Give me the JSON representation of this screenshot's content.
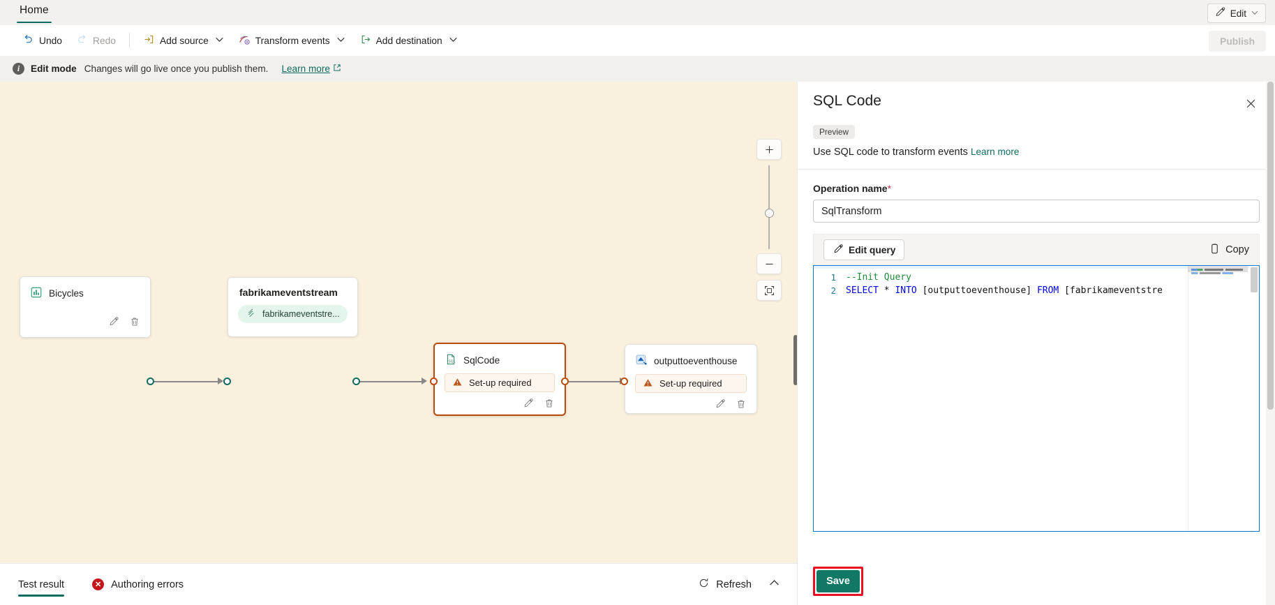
{
  "tabstrip": {
    "home_tab": "Home",
    "edit_button": {
      "label": "Edit",
      "icon": "pencil-icon",
      "chevron": "chevron-down-icon"
    }
  },
  "commandbar": {
    "items": [
      {
        "label": "Undo",
        "icon": "undo-icon",
        "disabled": false,
        "has_chevron": false
      },
      {
        "label": "Redo",
        "icon": "redo-icon",
        "disabled": true,
        "has_chevron": false
      },
      {
        "label": "Add source",
        "icon": "add-source-icon",
        "disabled": false,
        "has_chevron": true
      },
      {
        "label": "Transform events",
        "icon": "transform-events-icon",
        "disabled": false,
        "has_chevron": true
      },
      {
        "label": "Add destination",
        "icon": "add-destination-icon",
        "disabled": false,
        "has_chevron": true
      }
    ],
    "publish_label": "Publish"
  },
  "banner": {
    "icon": "info-icon",
    "title": "Edit mode",
    "message": "Changes will go live once you publish them.",
    "link": "Learn more",
    "link_icon": "external-link-icon"
  },
  "canvas": {
    "background_color": "#faf0de",
    "nodes": [
      {
        "id": "bicycles",
        "title": "Bicycles",
        "icon": "sample-data-chart-icon",
        "status": null,
        "selected": false,
        "actions": [
          "pencil-icon",
          "trash-icon"
        ]
      },
      {
        "id": "fabrikameventstream",
        "title": "fabrikameventstream",
        "icon": null,
        "chip": {
          "icon": "eventstream-icon",
          "label": "fabrikameventstre..."
        },
        "selected": false,
        "actions": []
      },
      {
        "id": "sqlcode",
        "title": "SqlCode",
        "icon": "sql-file-icon",
        "status": {
          "icon": "warning-icon",
          "label": "Set-up required"
        },
        "selected": true,
        "actions": [
          "pencil-icon",
          "trash-icon"
        ]
      },
      {
        "id": "outputtoeventhouse",
        "title": "outputtoeventhouse",
        "icon": "eventhouse-icon",
        "status": {
          "icon": "warning-icon",
          "label": "Set-up required"
        },
        "selected": false,
        "actions": [
          "pencil-icon",
          "trash-icon"
        ]
      }
    ],
    "zoom_controls": {
      "zoom_in": "plus-icon",
      "zoom_out": "minus-icon",
      "fit_to_screen": "fit-to-screen-icon",
      "slider_value": 50
    }
  },
  "bottombar": {
    "tab_label": "Test result",
    "errors_label": "Authoring errors",
    "errors_icon": "error-circle-icon",
    "refresh_label": "Refresh",
    "refresh_icon": "refresh-icon",
    "collapse_icon": "chevron-up-icon"
  },
  "panel": {
    "title": "SQL Code",
    "close_icon": "close-icon",
    "preview_badge": "Preview",
    "description": "Use SQL code to transform events",
    "description_link": "Learn more",
    "operation_name": {
      "label": "Operation name",
      "required_marker": "*",
      "value": "SqlTransform"
    },
    "query_toolbar": {
      "edit_query_label": "Edit query",
      "edit_query_icon": "pencil-icon",
      "copy_label": "Copy",
      "copy_icon": "copy-icon"
    },
    "editor": {
      "lines": [
        {
          "number": "1",
          "tokens": [
            {
              "t": "--Init Query",
              "c": "comment"
            }
          ]
        },
        {
          "number": "2",
          "tokens": [
            {
              "t": "SELECT",
              "c": "kw"
            },
            {
              "t": " * ",
              "c": "plain"
            },
            {
              "t": "INTO",
              "c": "kw"
            },
            {
              "t": " [outputtoeventhouse] ",
              "c": "plain"
            },
            {
              "t": "FROM",
              "c": "kw"
            },
            {
              "t": " [fabrikameventstre",
              "c": "plain"
            }
          ]
        }
      ],
      "full_text": "--Init Query\nSELECT * INTO [outputtoeventhouse] FROM [fabrikameventstream]"
    },
    "save_label": "Save",
    "save_highlight_color": "#e81123",
    "save_background_color": "#117865"
  }
}
